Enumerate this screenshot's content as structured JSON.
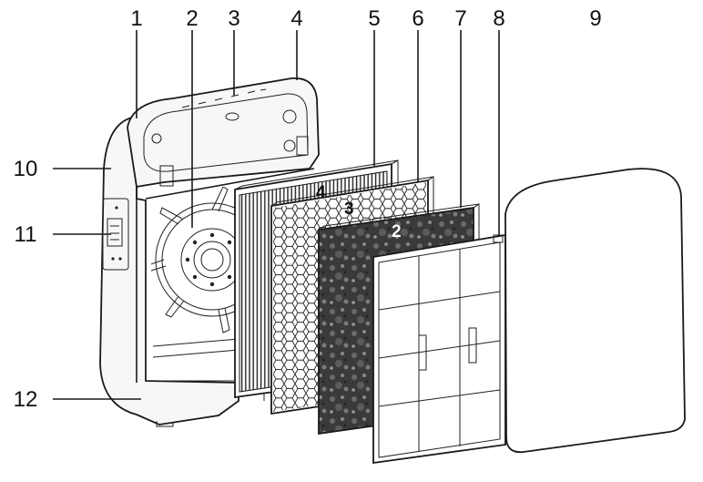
{
  "callouts": [
    {
      "id": "1",
      "label": "1"
    },
    {
      "id": "2",
      "label": "2"
    },
    {
      "id": "3",
      "label": "3"
    },
    {
      "id": "4",
      "label": "4"
    },
    {
      "id": "5",
      "label": "5"
    },
    {
      "id": "6",
      "label": "6"
    },
    {
      "id": "7",
      "label": "7"
    },
    {
      "id": "8",
      "label": "8"
    },
    {
      "id": "9",
      "label": "9"
    },
    {
      "id": "10",
      "label": "10"
    },
    {
      "id": "11",
      "label": "11"
    },
    {
      "id": "12",
      "label": "12"
    }
  ],
  "filter_layer_marks": {
    "hepa": "4",
    "carbon_mesh": "3",
    "carbon_felt": "2"
  },
  "colors": {
    "line": "#1a1a1a",
    "body": "#f7f7f7",
    "carbon": "#3a3a3a",
    "background": "#ffffff"
  }
}
